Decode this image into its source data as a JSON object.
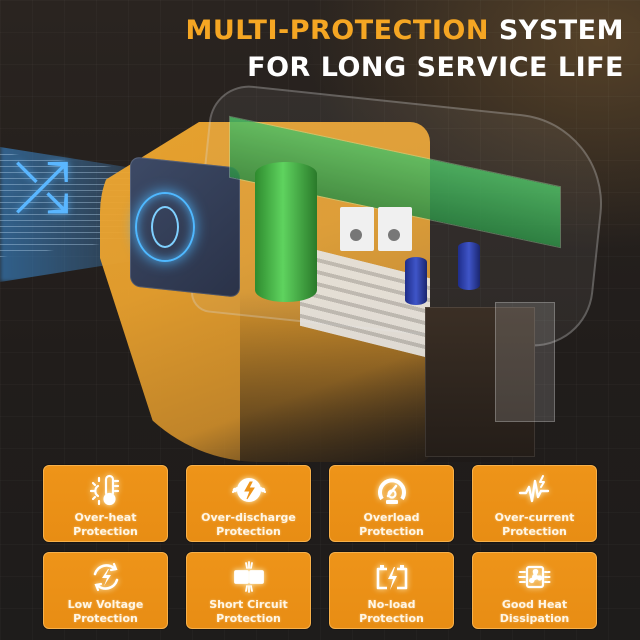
{
  "headline": {
    "line1_accent": "MULTI-PROTECTION",
    "line1_rest": " SYSTEM",
    "line2": "FOR LONG SERVICE LIFE",
    "accent_color": "#f5a623",
    "text_color": "#ffffff"
  },
  "product": {
    "description": "Cutaway view of yellow power tool housing showing cooling fan, green PCB, capacitors and heat sink",
    "airflow_icon": "rotation-arrows-icon"
  },
  "features": {
    "tile_color": "#ec9218",
    "items": [
      {
        "icon": "thermometer-sun-icon",
        "line1": "Over-heat",
        "line2": "Protection"
      },
      {
        "icon": "battery-bolt-circle-icon",
        "line1": "Over-discharge",
        "line2": "Protection"
      },
      {
        "icon": "gauge-icon",
        "line1": "Overload",
        "line2": "Protection"
      },
      {
        "icon": "current-pulse-icon",
        "line1": "Over-current",
        "line2": "Protection"
      },
      {
        "icon": "bolt-cycle-icon",
        "line1": "Low Voltage",
        "line2": "Protection"
      },
      {
        "icon": "short-circuit-icon",
        "line1": "Short Circuit",
        "line2": "Protection"
      },
      {
        "icon": "battery-pair-bolt-icon",
        "line1": "No-load",
        "line2": "Protection"
      },
      {
        "icon": "fan-cooling-icon",
        "line1": "Good Heat",
        "line2": "Dissipation"
      }
    ]
  }
}
